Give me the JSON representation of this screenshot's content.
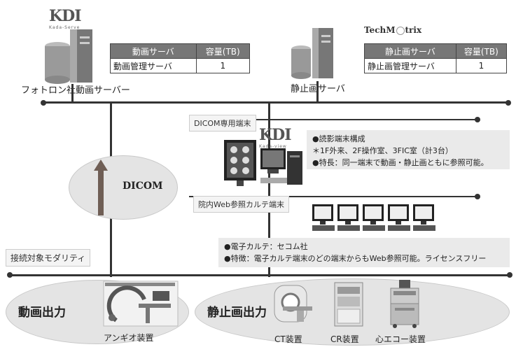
{
  "logos": {
    "kada_serve": "KDI",
    "kada_serve_sub": "Kada-Serve",
    "techmatrix": "TechM",
    "techmatrix_tail": "trix",
    "kada_view": "KDI",
    "kada_view_sub": "Kada-view"
  },
  "video_server": {
    "label": "フォトロン社動画サーバー",
    "table": {
      "headers": [
        "動画サーバ",
        "容量(TB)"
      ],
      "row": [
        "動画管理サーバ",
        "1"
      ]
    }
  },
  "still_server": {
    "label": "静止画サーバ",
    "table": {
      "headers": [
        "静止画サーバ",
        "容量(TB)"
      ],
      "row": [
        "静止画管理サーバ",
        "1"
      ]
    }
  },
  "dicom_terminal": {
    "label": "DICOM専用端末",
    "info": [
      "●読影端末構成",
      "＊1F外来、2F操作室、3FIC室（計3台）",
      "●特長：同一端末で動画・静止画ともに参照可能。"
    ]
  },
  "dicom_bubble": "DICOM",
  "web_terminal": {
    "label": "院内Web参照カルテ端末",
    "info": [
      "●電子カルテ：セコム社",
      "●特徴：電子カルテ端末のどの端末からもWeb参照可能。ライセンスフリー"
    ]
  },
  "modality_label": "接続対象モダリティ",
  "outputs": {
    "video": "動画出力",
    "still": "静止画出力"
  },
  "devices": {
    "angio": "アンギオ装置",
    "ct": "CT装置",
    "cr": "CR装置",
    "echo": "心エコー装置"
  }
}
